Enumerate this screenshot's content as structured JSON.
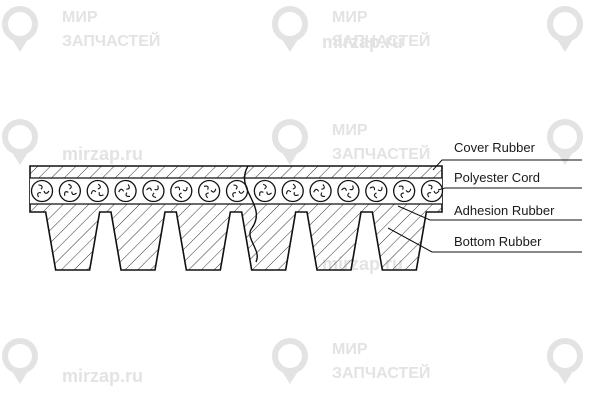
{
  "diagram": {
    "labels": [
      {
        "id": "cover",
        "text": "Cover Rubber"
      },
      {
        "id": "cord",
        "text": "Polyester Cord"
      },
      {
        "id": "adhesion",
        "text": "Adhesion Rubber"
      },
      {
        "id": "bottom",
        "text": "Bottom Rubber"
      }
    ],
    "cord_count": 15,
    "rib_count": 6,
    "line_color": "#111111",
    "hatch_color": "#333333"
  },
  "watermark": {
    "brand_line1": "МИР",
    "brand_line2": "ЗАПЧАСТЕЙ",
    "domain": "mirzap.ru",
    "color": "#e3e3e3"
  }
}
